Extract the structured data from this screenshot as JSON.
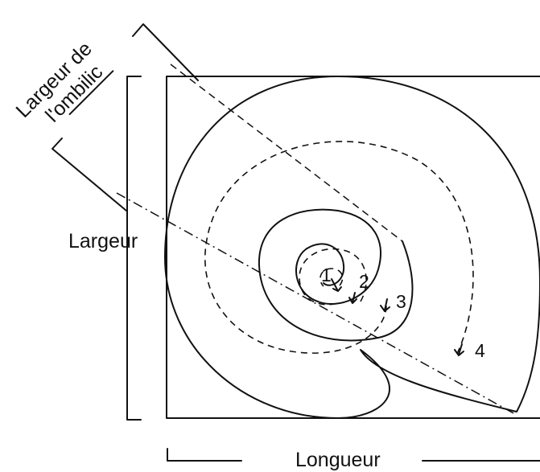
{
  "labels": {
    "umbilic_line1": "Largeur de",
    "umbilic_line2": "l'ombilic",
    "width": "Largeur",
    "length": "Longueur"
  },
  "whorl_numbers": [
    "1",
    "2",
    "3",
    "4"
  ]
}
